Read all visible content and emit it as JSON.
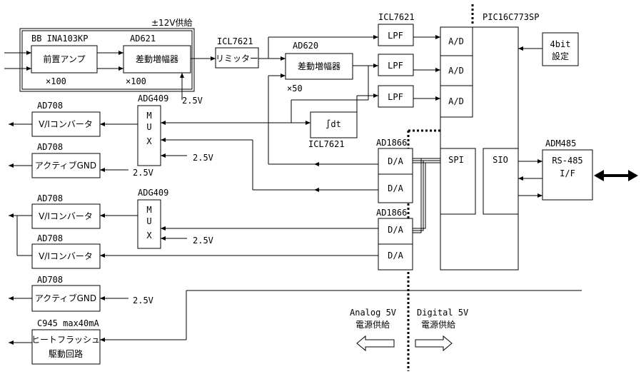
{
  "labels": {
    "power_12v": "±12V供給",
    "ina103": "BB INA103KP",
    "ad621": "AD621",
    "preamp": "前置アンプ",
    "diffamp1": "差動増幅器",
    "gain1": "×100",
    "gain2": "×100",
    "v25_a": "2.5V",
    "icl7621_lim": "ICL7621",
    "limiter": "リミッター",
    "ad620": "AD620",
    "diffamp2": "差動増幅器",
    "gain3": "×50",
    "icl7621_lpf": "ICL7621",
    "lpf1": "LPF",
    "lpf2": "LPF",
    "lpf3": "LPF",
    "pic": "PIC16C773SP",
    "ad1": "A/D",
    "ad2": "A/D",
    "ad3": "A/D",
    "bit4_l1": "4bit",
    "bit4_l2": "設定",
    "ad708_1": "AD708",
    "vi1": "V/Iコンバータ",
    "adg409_1": "ADG409",
    "mux1_m": "M",
    "mux1_u": "U",
    "mux1_x": "X",
    "int": "∫dt",
    "icl7621_int": "ICL7621",
    "ad708_2": "AD708",
    "agnd1": "アクティブGND",
    "v25_b": "2.5V",
    "v25_c": "2.5V",
    "ad1866_1": "AD1866",
    "da1": "D/A",
    "da2": "D/A",
    "spi": "SPI",
    "sio": "SIO",
    "adm485": "ADM485",
    "rs485_l1": "RS-485",
    "rs485_l2": "I/F",
    "ad708_3": "AD708",
    "vi2": "V/Iコンバータ",
    "adg409_2": "ADG409",
    "mux2_m": "M",
    "mux2_u": "U",
    "mux2_x": "X",
    "ad1866_2": "AD1866",
    "da3": "D/A",
    "da4": "D/A",
    "v25_d": "2.5V",
    "ad708_4": "AD708",
    "vi3": "V/Iコンバータ",
    "ad708_5": "AD708",
    "agnd2": "アクティブGND",
    "v25_e": "2.5V",
    "c945": "C945 max40mA",
    "flash_l1": "ヒートフラッシュ",
    "flash_l2": "駆動回路",
    "analog_l1": "Analog 5V",
    "analog_l2": "電源供給",
    "digital_l1": "Digital 5V",
    "digital_l2": "電源供給"
  }
}
